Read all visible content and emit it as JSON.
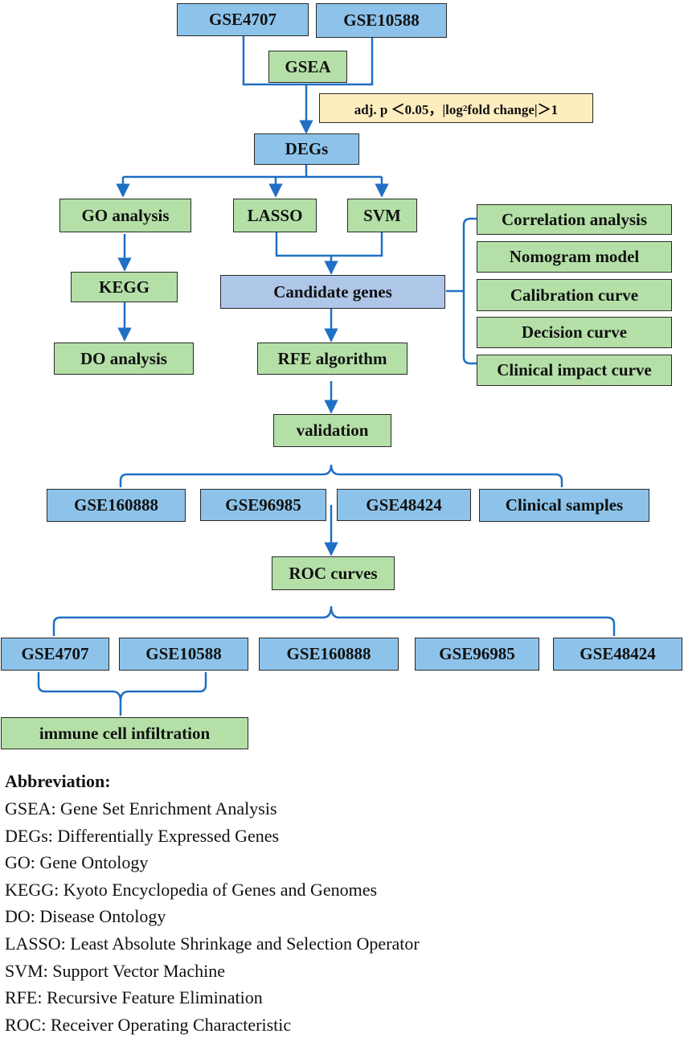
{
  "colors": {
    "dataset_fill": "#8dc3ea",
    "step_fill": "#b4e0a7",
    "candidate_fill": "#aec6e8",
    "criteria_fill": "#fdedbf",
    "connector": "#1f6fc4"
  },
  "nodes": {
    "gse4707_top": "GSE4707",
    "gse10588_top": "GSE10588",
    "gsea": "GSEA",
    "criteria": {
      "prefix": "adj. p ＜0.05，|log",
      "subscript": "2",
      "suffix": " fold change|＞1"
    },
    "degs": "DEGs",
    "go_analysis": "GO analysis",
    "lasso": "LASSO",
    "svm": "SVM",
    "kegg": "KEGG",
    "candidate_genes": "Candidate genes",
    "do_analysis": "DO analysis",
    "rfe_algorithm": "RFE algorithm",
    "correlation_analysis": "Correlation analysis",
    "nomogram_model": "Nomogram model",
    "calibration_curve": "Calibration curve",
    "decision_curve": "Decision curve",
    "clinical_impact_curve": "Clinical impact curve",
    "validation": "validation",
    "gse160888_mid": "GSE160888",
    "gse96985_mid": "GSE96985",
    "gse48424_mid": "GSE48424",
    "clinical_samples": "Clinical samples",
    "roc_curves": "ROC curves",
    "gse4707_bottom": "GSE4707",
    "gse10588_bottom": "GSE10588",
    "gse160888_bottom": "GSE160888",
    "gse96985_bottom": "GSE96985",
    "gse48424_bottom": "GSE48424",
    "immune_cell_infiltration": "immune cell infiltration"
  },
  "abbreviation": {
    "title": "Abbreviation:",
    "lines": [
      "GSEA: Gene Set Enrichment Analysis",
      "DEGs: Differentially Expressed Genes",
      "GO: Gene Ontology",
      "KEGG: Kyoto Encyclopedia of Genes and Genomes",
      "DO: Disease Ontology",
      "LASSO: Least Absolute Shrinkage and Selection Operator",
      "SVM: Support Vector Machine",
      "RFE: Recursive Feature Elimination",
      "ROC:  Receiver Operating Characteristic"
    ]
  }
}
